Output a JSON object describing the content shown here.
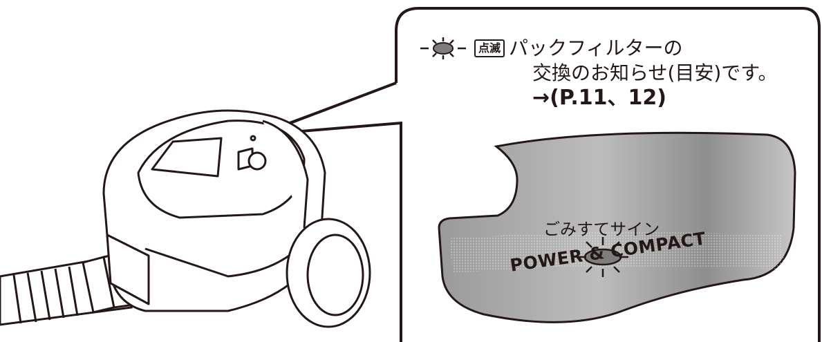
{
  "callout": {
    "badge": "点滅",
    "line1": "パックフィルターの",
    "line2": "交換のお知らせ(目安)です。",
    "line3": "→(P.11、12)"
  },
  "panel": {
    "label": "ごみすてサイン",
    "brand": "POWER & COMPACT"
  },
  "colors": {
    "outline": "#231815",
    "indicator": "#7d7d7d",
    "panel_fill": "#a9a9a9"
  }
}
